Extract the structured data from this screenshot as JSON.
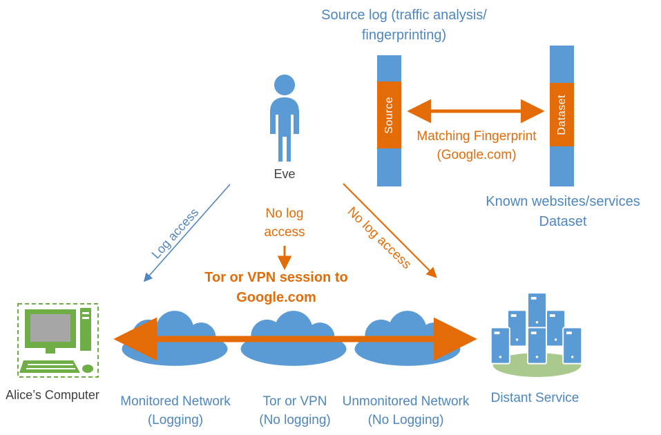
{
  "colors": {
    "blue_shape": "#5B9BD5",
    "blue_text": "#4E86C0",
    "orange": "#E36C09",
    "green": "#6FAD47",
    "green_light": "#A9C98F",
    "gray_screen": "#A6A6A6",
    "dark_text": "#3F3F3F"
  },
  "icons": {
    "eve": "person-icon",
    "alice": "computer-icon",
    "network": "cloud-icon",
    "distant": "server-stack-icon",
    "arrows": [
      "double-arrow-icon",
      "single-arrow-icon"
    ]
  },
  "header": {
    "title_line1": "Source log (traffic analysis/",
    "title_line2": "fingerprinting)"
  },
  "fingerprint_panel": {
    "source_bar_label": "Source",
    "dataset_bar_label": "Dataset",
    "matching_line1": "Matching Fingerprint",
    "matching_line2": "(Google.com)",
    "dataset_caption_line1": "Known websites/services",
    "dataset_caption_line2": "Dataset"
  },
  "eve": {
    "label": "Eve",
    "log_access": "Log access",
    "no_log_center_line1": "No log",
    "no_log_center_line2": "access",
    "no_log_diagonal": "No log access"
  },
  "session": {
    "line1": "Tor or VPN session to",
    "line2": "Google.com"
  },
  "nodes": {
    "alice": "Alice’s Computer",
    "monitored_line1": "Monitored Network",
    "monitored_line2": "(Logging)",
    "torvpn_line1": "Tor or VPN",
    "torvpn_line2": "(No logging)",
    "unmonitored_line1": "Unmonitored Network",
    "unmonitored_line2": "(No Logging)",
    "distant": "Distant Service"
  }
}
